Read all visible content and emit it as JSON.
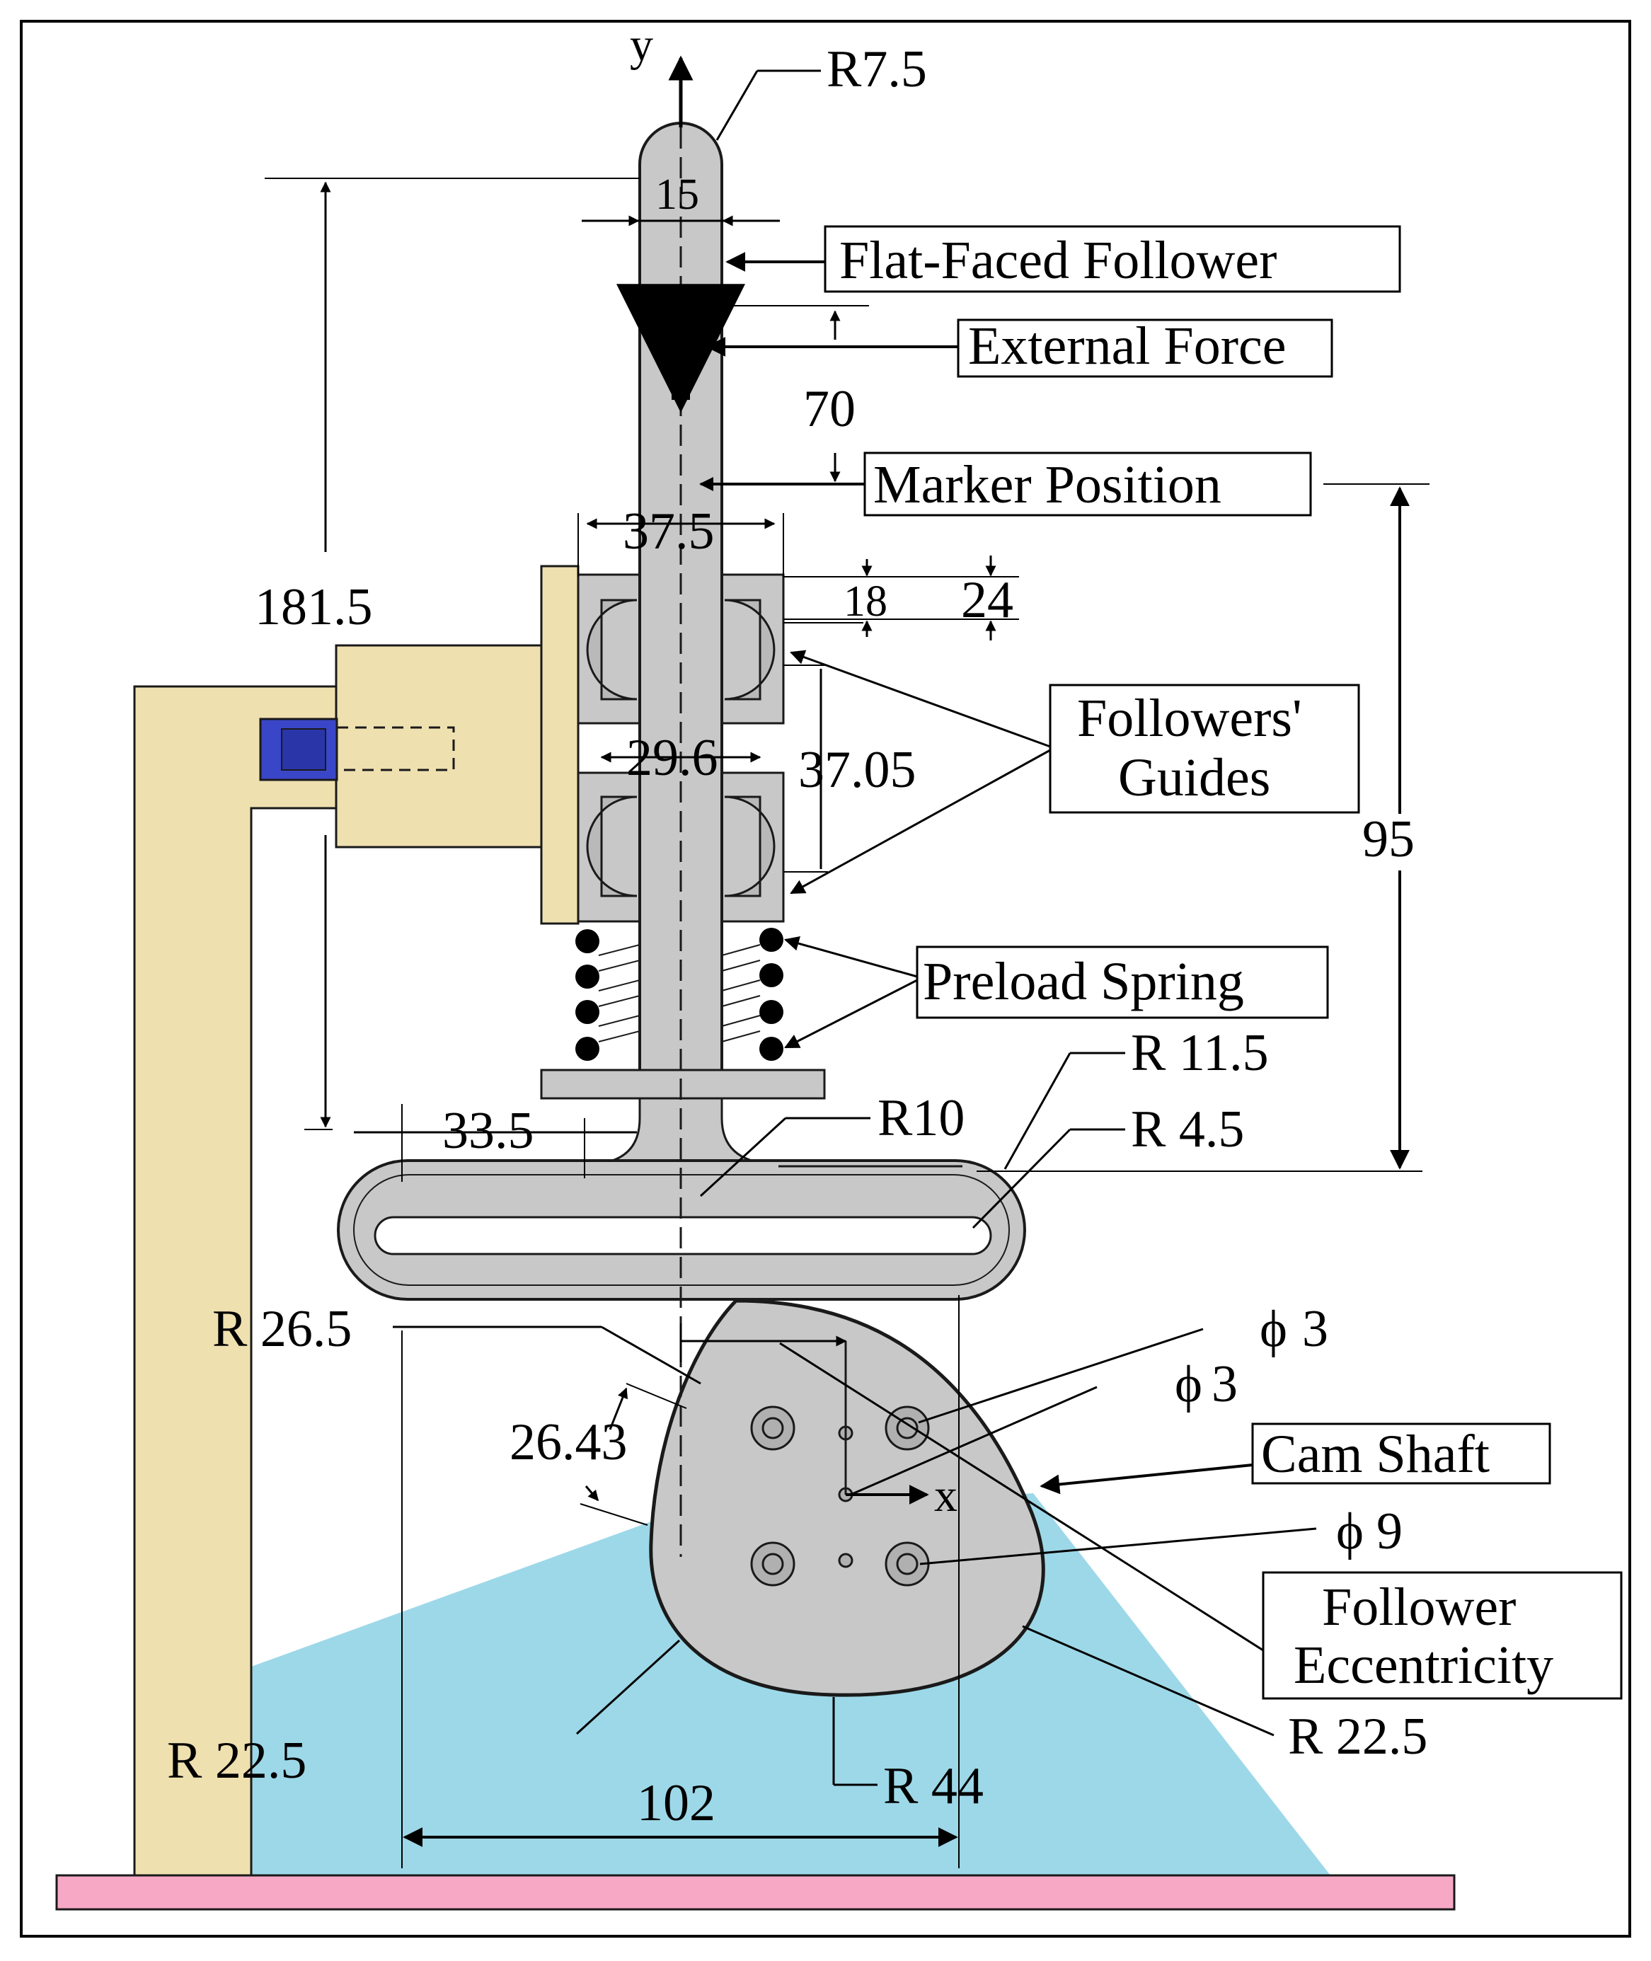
{
  "colors": {
    "frame_stand": "#efe0b0",
    "base_plate": "#f7a8c4",
    "floor_region": "#9dd8e8",
    "part_gray": "#c8c8c8",
    "fastener_blue": "#3a46c8",
    "outline": "#1a1a1a"
  },
  "axes": {
    "y_label": "y",
    "x_label": "x"
  },
  "callouts": {
    "flat_faced_follower": "Flat-Faced Follower",
    "external_force": "External Force",
    "marker_position": "Marker Position",
    "followers_guides_line1": "Followers'",
    "followers_guides_line2": "Guides",
    "preload_spring": "Preload Spring",
    "cam_shaft": "Cam Shaft",
    "follower_eccentricity_line1": "Follower",
    "follower_eccentricity_line2": "Eccentricity"
  },
  "dimensions": {
    "r7_5": "R7.5",
    "d15": "15",
    "d70": "70",
    "d181_5": "181.5",
    "d37_5": "37.5",
    "d18": "18",
    "d24": "24",
    "d29_6": "29.6",
    "d37_05": "37.05",
    "d95": "95",
    "r11_5": "R 11.5",
    "r10": "R10",
    "r4_5": "R 4.5",
    "d33_5": "33.5",
    "r26_5": "R 26.5",
    "phi3_a": "3",
    "phi3_b": "3",
    "phi9": "9",
    "d26_43": "26.43",
    "r22_5_left": "R 22.5",
    "r22_5_right": "R 22.5",
    "r44": "R 44",
    "d102": "102"
  }
}
